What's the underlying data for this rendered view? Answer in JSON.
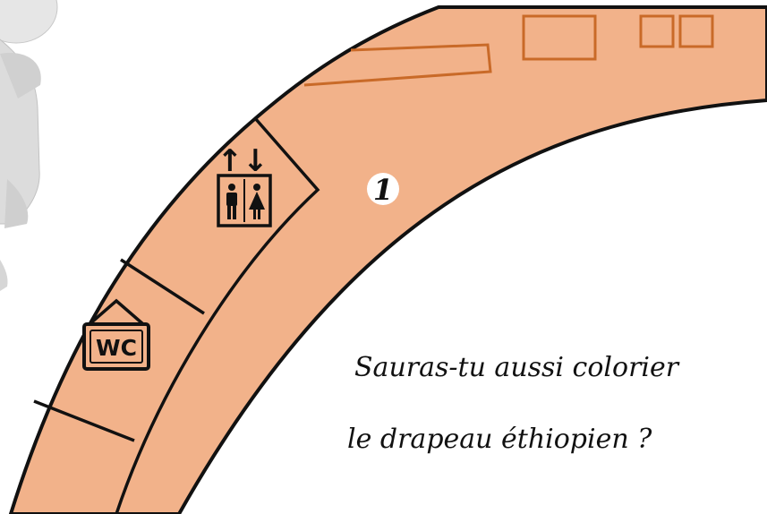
{
  "map": {
    "corridor_color": "#F2B28A",
    "outline_color": "#111111",
    "furniture_color": "#C96A28",
    "area_marker": "1",
    "wc_sign": "WC",
    "elevator_sign": {
      "arrows": "↑↓",
      "icon": "elevator-people-icon"
    }
  },
  "caption": {
    "line1": "Sauras-tu aussi colorier",
    "line2": "le drapeau éthiopien ?"
  },
  "character": {
    "icon": "thinking-person-icon"
  }
}
